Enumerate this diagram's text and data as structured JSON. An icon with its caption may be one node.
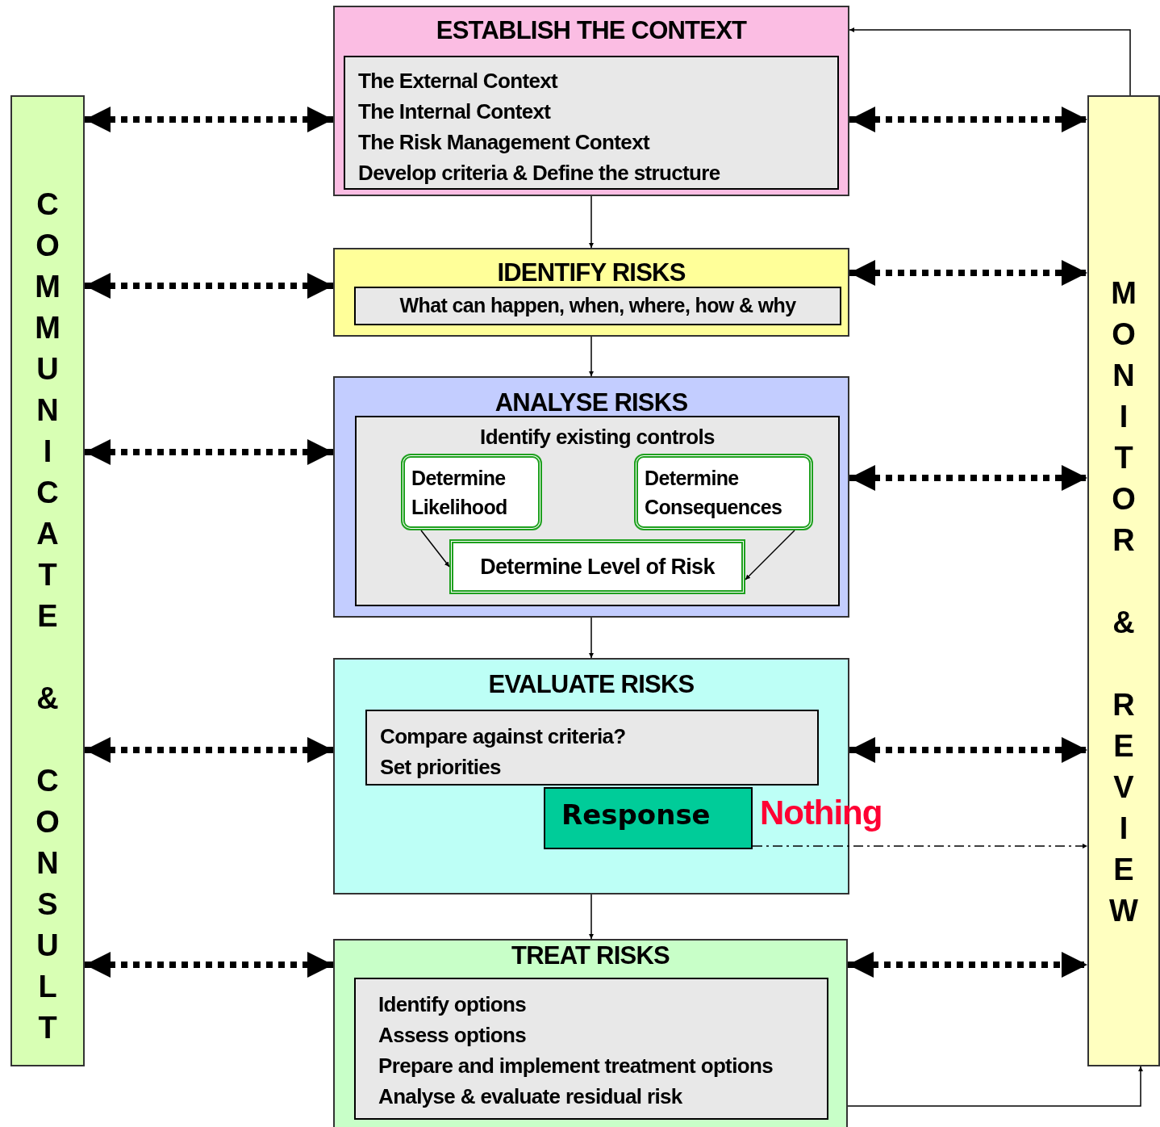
{
  "diagram": {
    "nodes": [
      {
        "text": [
          "COMMUNICATE & CONSULT"
        ]
      },
      {
        "text": [
          "MONITOR & REVIEW"
        ]
      },
      {
        "text": [
          "ESTABLISH THE CONTEXT"
        ]
      },
      {
        "text": [
          "The External Context",
          "The Internal Context",
          "The Risk Management Context",
          "Develop criteria & Define the structure"
        ],
        "in": 2
      },
      {
        "text": [
          "IDENTIFY RISKS"
        ]
      },
      {
        "text": [
          "What can happen, when, where, how & why"
        ],
        "in": 4
      },
      {
        "text": [
          "ANALYSE RISKS"
        ]
      },
      {
        "text": [
          "Identify existing controls"
        ],
        "in": 6
      },
      {
        "text": [
          "Determine Likelihood"
        ],
        "in": 7
      },
      {
        "text": [
          "Determine Consequences"
        ],
        "in": 7
      },
      {
        "text": [
          "Determine Level of Risk"
        ],
        "in": 7
      },
      {
        "text": [
          "EVALUATE RISKS"
        ]
      },
      {
        "text": [
          "Compare against criteria?",
          "Set priorities"
        ],
        "in": 11
      },
      {
        "text": [
          "Response"
        ],
        "in": 11
      },
      {
        "text": [
          "TREAT RISKS"
        ]
      },
      {
        "text": [
          "Identify options",
          "Assess options",
          "Prepare and implement treatment options",
          "Analyse & evaluate residual risk"
        ],
        "in": 14
      }
    ],
    "edges": [
      {
        "from": 0,
        "to": 2,
        "arrow": "both",
        "style": "dashed"
      },
      {
        "from": 0,
        "to": 4,
        "arrow": "both",
        "style": "dashed"
      },
      {
        "from": 0,
        "to": 6,
        "arrow": "both",
        "style": "dashed"
      },
      {
        "from": 0,
        "to": 11,
        "arrow": "both",
        "style": "dashed"
      },
      {
        "from": 0,
        "to": 14,
        "arrow": "both",
        "style": "dashed"
      },
      {
        "from": 2,
        "to": 1,
        "arrow": "both",
        "style": "dashed"
      },
      {
        "from": 4,
        "to": 1,
        "arrow": "both",
        "style": "dashed"
      },
      {
        "from": 6,
        "to": 1,
        "arrow": "both",
        "style": "dashed"
      },
      {
        "from": 11,
        "to": 1,
        "arrow": "both",
        "style": "dashed"
      },
      {
        "from": 14,
        "to": 1,
        "arrow": "both",
        "style": "dashed"
      },
      {
        "from": 2,
        "to": 4,
        "arrow": "to"
      },
      {
        "from": 4,
        "to": 6,
        "arrow": "to"
      },
      {
        "from": 6,
        "to": 11,
        "arrow": "to"
      },
      {
        "from": 11,
        "to": 14,
        "arrow": "to"
      },
      {
        "from": 8,
        "to": 10,
        "arrow": "to"
      },
      {
        "from": 9,
        "to": 10,
        "arrow": "to"
      },
      {
        "from": 13,
        "to": 1,
        "arrow": "to",
        "style": "dashed",
        "label": "Nothing"
      },
      {
        "from": 1,
        "to": 2,
        "arrow": "to"
      },
      {
        "from": 14,
        "to": 1,
        "arrow": "to"
      }
    ]
  }
}
